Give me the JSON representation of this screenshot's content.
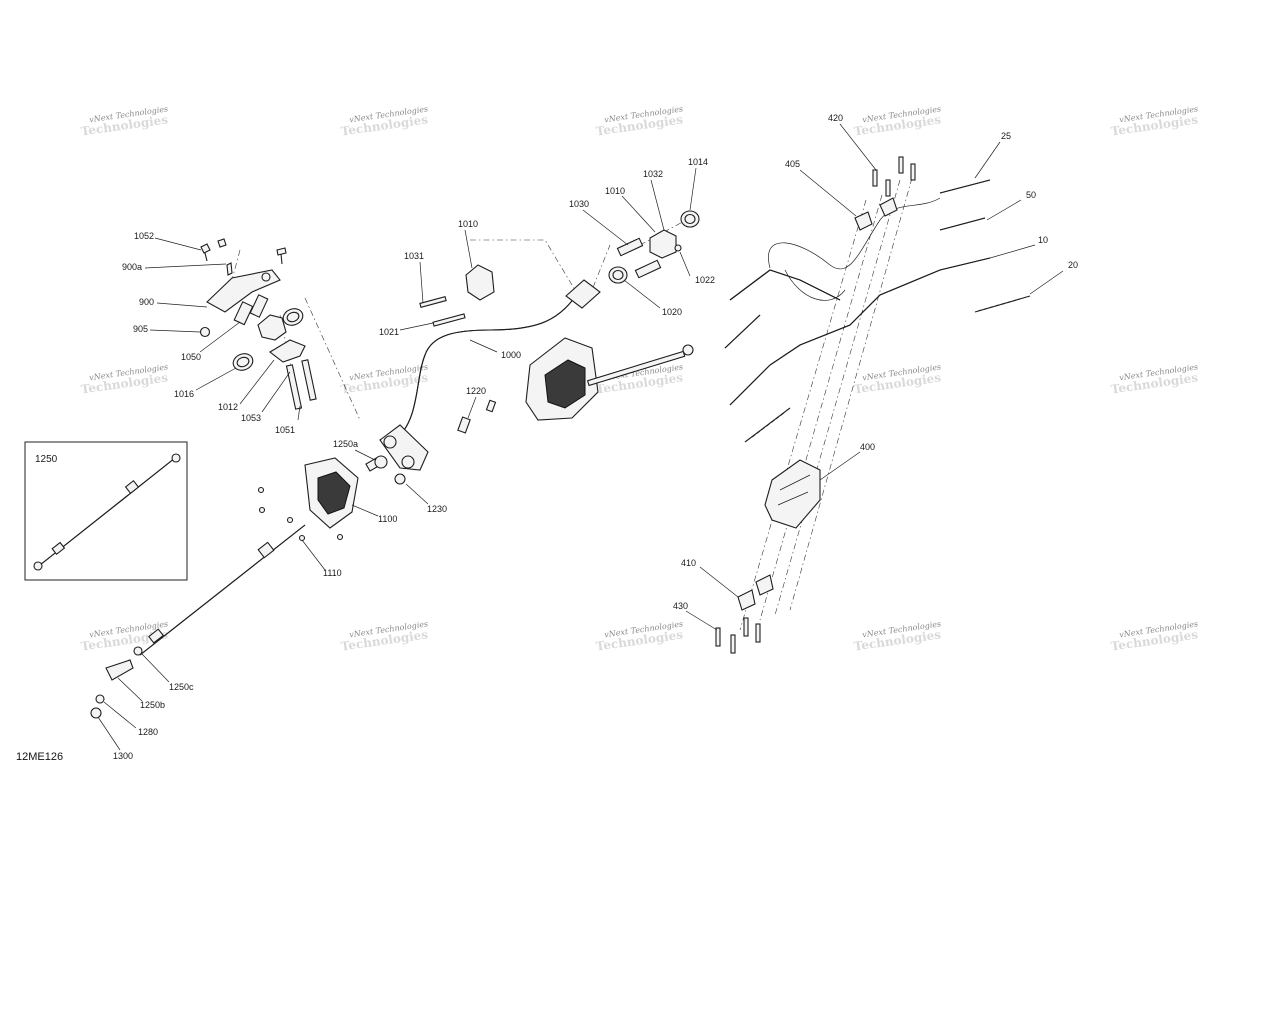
{
  "watermark": {
    "line1": "vNext Technologies",
    "line2": "Technologies"
  },
  "figure_code": "12ME126",
  "inset_label": "1250",
  "callouts": {
    "c1052": "1052",
    "c900a": "900a",
    "c900": "900",
    "c905": "905",
    "c1050": "1050",
    "c1016": "1016",
    "c1012": "1012",
    "c1053": "1053",
    "c1051": "1051",
    "c1031": "1031",
    "c1010a": "1010",
    "c1021": "1021",
    "c1000": "1000",
    "c1030": "1030",
    "c1010b": "1010",
    "c1032": "1032",
    "c1014": "1014",
    "c1022": "1022",
    "c1020": "1020",
    "c1220": "1220",
    "c1250a": "1250a",
    "c1230": "1230",
    "c1100": "1100",
    "c1110": "1110",
    "c1250c": "1250c",
    "c1250b": "1250b",
    "c1280": "1280",
    "c1300": "1300",
    "c420": "420",
    "c405": "405",
    "c25": "25",
    "c50": "50",
    "c10": "10",
    "c20": "20",
    "c400": "400",
    "c410": "410",
    "c430": "430"
  }
}
